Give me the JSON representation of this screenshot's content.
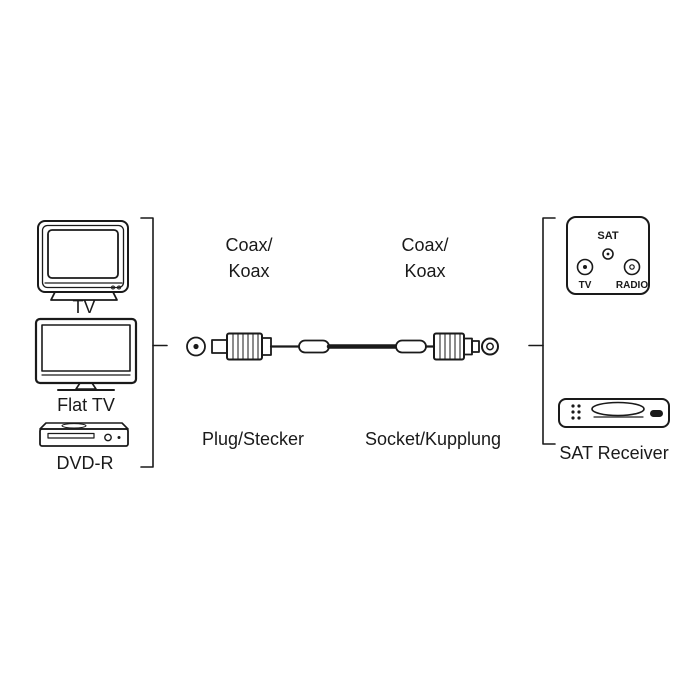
{
  "colors": {
    "background": "#ffffff",
    "line": "#1a1a1a"
  },
  "left_group": {
    "tv_label": "TV",
    "flat_tv_label": "Flat TV",
    "dvd_label": "DVD-R"
  },
  "cable": {
    "coax_left": {
      "line1": "Coax/",
      "line2": "Koax"
    },
    "coax_right": {
      "line1": "Coax/",
      "line2": "Koax"
    },
    "plug_label": "Plug/Stecker",
    "socket_label": "Socket/Kupplung"
  },
  "right_group": {
    "wall_plate": {
      "sat_label": "SAT",
      "tv_label": "TV",
      "radio_label": "RADIO"
    },
    "receiver_label": "SAT Receiver"
  }
}
